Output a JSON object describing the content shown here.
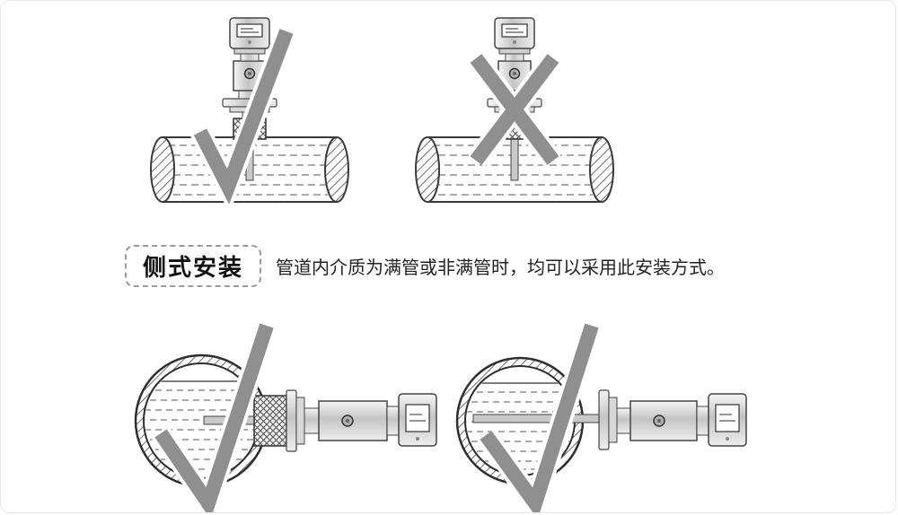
{
  "section": {
    "label": "侧式安装",
    "description": "管道内介质为满管或非满管时，均可以采用此安装方式。"
  },
  "marks": {
    "top_left": "check-mark",
    "top_right": "cross-mark",
    "bottom_left": "check-mark",
    "bottom_right": "check-mark"
  },
  "colors": {
    "mark": "#8f8f8f",
    "outline": "#3a3a3a",
    "text": "#222222"
  }
}
